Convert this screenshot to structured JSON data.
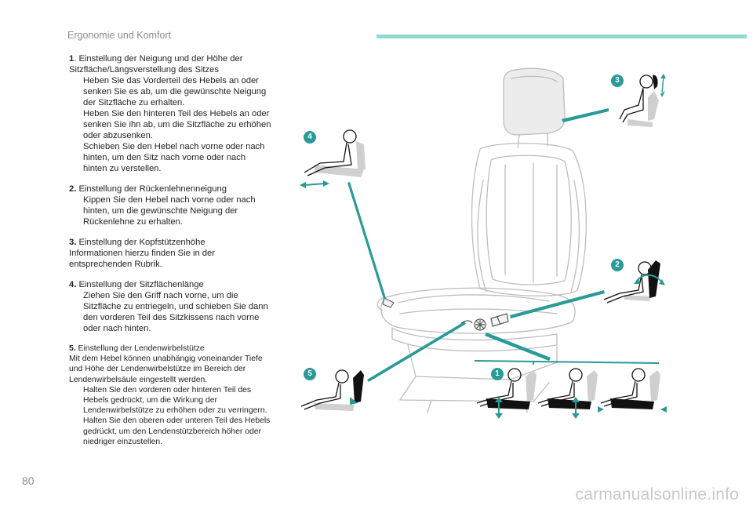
{
  "header": {
    "title": "Ergonomie und Komfort"
  },
  "page_number": "80",
  "watermark": "carmanualsonline.info",
  "colors": {
    "accent": "#2a9a97",
    "header_bar": "#8fdbd2",
    "seat_outline": "#bdbdbd"
  },
  "sections": [
    {
      "number": "1",
      "heading": ". Einstellung der Neigung und der Höhe der Sitzfläche/Längsverstellung des Sitzes",
      "bullets": [
        "Heben Sie das Vorderteil des Hebels an oder senken Sie es ab, um die gewünschte Neigung der Sitzfläche zu erhalten.",
        "Heben Sie den hinteren Teil des Hebels an oder senken Sie ihn ab, um die Sitzfläche zu erhöhen oder abzusenken.",
        "Schieben Sie den Hebel nach vorne oder nach hinten, um den Sitz nach vorne oder nach hinten zu verstellen."
      ]
    },
    {
      "number": "2.",
      "heading": " Einstellung der Rückenlehnenneigung",
      "bullets": [
        "Kippen Sie den Hebel nach vorne oder nach hinten, um die gewünschte Neigung der Rückenlehne zu erhalten."
      ]
    },
    {
      "number": "3.",
      "heading": " Einstellung der Kopfstützenhöhe",
      "body": "Informationen hierzu finden Sie in der entsprechenden Rubrik."
    },
    {
      "number": "4.",
      "heading": " Einstellung der Sitzflächenlänge",
      "bullets": [
        "Ziehen Sie den Griff nach vorne, um die Sitzfläche zu entriegeln, und schieben Sie dann den vorderen Teil des Sitzkissens nach vorne oder nach hinten."
      ]
    },
    {
      "number": "5.",
      "heading": " Einstellung der Lendenwirbelstütze",
      "body": "Mit dem Hebel können unabhängig voneinander Tiefe und Höhe der Lendenwirbelstütze im Bereich der Lendenwirbelsäule eingestellt werden.",
      "bullets": [
        "Halten Sie den vorderen oder hinteren Teil des Hebels gedrückt, um die Wirkung der Lendenwirbelstütze zu erhöhen oder zu verringern.",
        "Halten Sie den oberen oder unteren Teil des Hebels gedrückt, um den Lendenstützbereich höher oder niedriger einzustellen."
      ]
    }
  ],
  "bullet_icon": "arrow-bullet-icon",
  "bullet_glyph": "",
  "badges": [
    "1",
    "2",
    "3",
    "4",
    "5"
  ]
}
